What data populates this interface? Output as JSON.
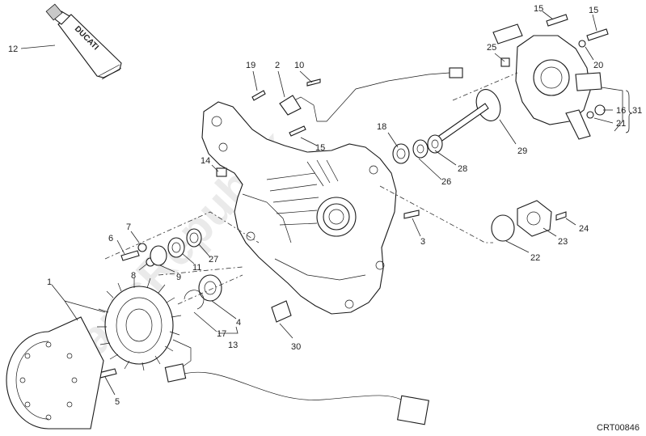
{
  "diagram": {
    "watermark": "PartsRepublik",
    "drawing_code": "CRT00846",
    "tube_brand": "DUCATI",
    "callouts": [
      {
        "id": "c12",
        "text": "12"
      },
      {
        "id": "c15a",
        "text": "15"
      },
      {
        "id": "c15b",
        "text": "15"
      },
      {
        "id": "c15c",
        "text": "15"
      },
      {
        "id": "c25",
        "text": "25"
      },
      {
        "id": "c20",
        "text": "20"
      },
      {
        "id": "c16",
        "text": "16"
      },
      {
        "id": "c31",
        "text": "31"
      },
      {
        "id": "c21",
        "text": "21"
      },
      {
        "id": "c19",
        "text": "19"
      },
      {
        "id": "c2",
        "text": "2"
      },
      {
        "id": "c10",
        "text": "10"
      },
      {
        "id": "c18",
        "text": "18"
      },
      {
        "id": "c29",
        "text": "29"
      },
      {
        "id": "c14",
        "text": "14"
      },
      {
        "id": "c26",
        "text": "26"
      },
      {
        "id": "c28",
        "text": "28"
      },
      {
        "id": "c7",
        "text": "7"
      },
      {
        "id": "c6",
        "text": "6"
      },
      {
        "id": "c8",
        "text": "8"
      },
      {
        "id": "c9",
        "text": "9"
      },
      {
        "id": "c11",
        "text": "11"
      },
      {
        "id": "c27",
        "text": "27"
      },
      {
        "id": "c3",
        "text": "3"
      },
      {
        "id": "c24",
        "text": "24"
      },
      {
        "id": "c23",
        "text": "23"
      },
      {
        "id": "c22",
        "text": "22"
      },
      {
        "id": "c1",
        "text": "1"
      },
      {
        "id": "c17",
        "text": "17"
      },
      {
        "id": "c4",
        "text": "4"
      },
      {
        "id": "c13",
        "text": "13"
      },
      {
        "id": "c30",
        "text": "30"
      },
      {
        "id": "c5",
        "text": "5"
      }
    ]
  }
}
